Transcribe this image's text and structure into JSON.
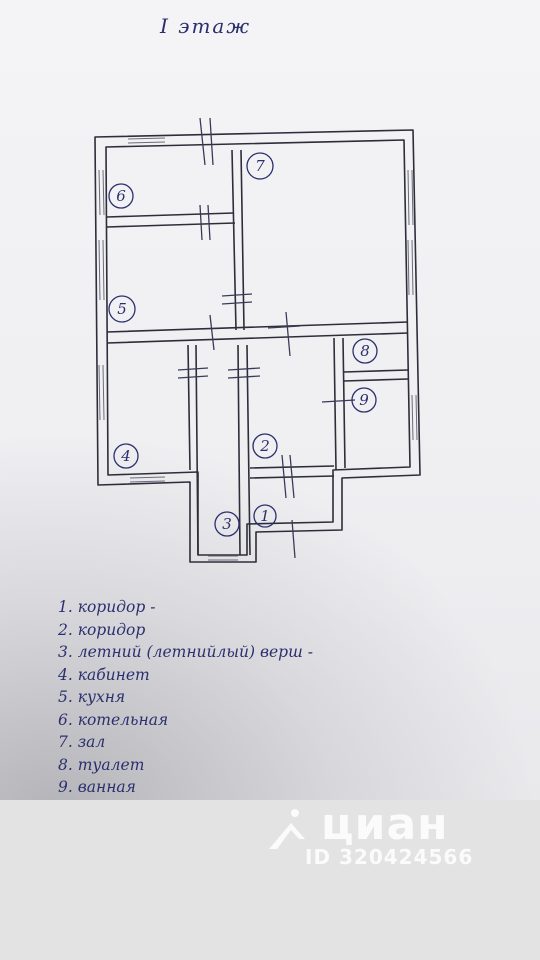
{
  "title": "I этаж",
  "room_numbers": [
    "1",
    "2",
    "3",
    "4",
    "5",
    "6",
    "7",
    "8",
    "9"
  ],
  "legend": [
    "1. коридор -",
    "2. коридор",
    "3. летний (летнийлый) верш -",
    "4. кабинет",
    "5. кухня",
    "6. котельная",
    "7. зал",
    "8. туалет",
    "9. ванная"
  ],
  "watermark": {
    "brand": "циан",
    "id": "ID 320424566"
  }
}
